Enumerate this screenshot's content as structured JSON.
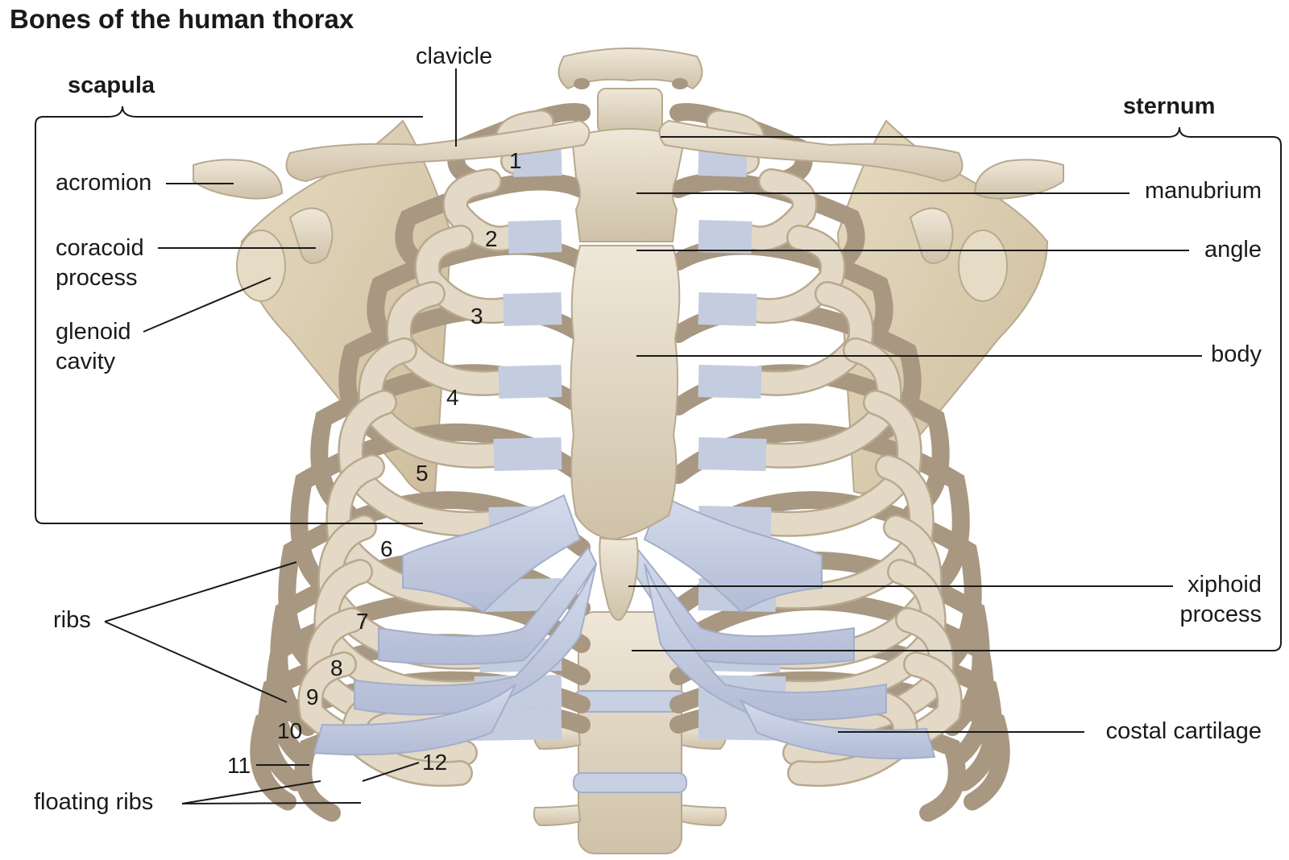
{
  "title": "Bones of the human thorax",
  "labels": {
    "clavicle": "clavicle",
    "scapula": "scapula",
    "sternum": "sternum",
    "acromion": "acromion",
    "coracoid": "coracoid",
    "coracoid_process": "process",
    "glenoid": "glenoid",
    "glenoid_cavity": "cavity",
    "manubrium": "manubrium",
    "angle": "angle",
    "body": "body",
    "xiphoid": "xiphoid",
    "xiphoid_process": "process",
    "ribs": "ribs",
    "costal_cartilage": "costal cartilage",
    "floating_ribs": "floating ribs"
  },
  "rib_numbers": [
    "1",
    "2",
    "3",
    "4",
    "5",
    "6",
    "7",
    "8",
    "9",
    "10",
    "11",
    "12"
  ],
  "colors": {
    "bone": "#e3d9c6",
    "bone_shadow": "#b8a98f",
    "bone_dark": "#a89781",
    "cartilage": "#c4cce0",
    "cartilage_edge": "#a4aec8",
    "scapula": "#ddcfb2",
    "leader": "#1a1a1a"
  }
}
